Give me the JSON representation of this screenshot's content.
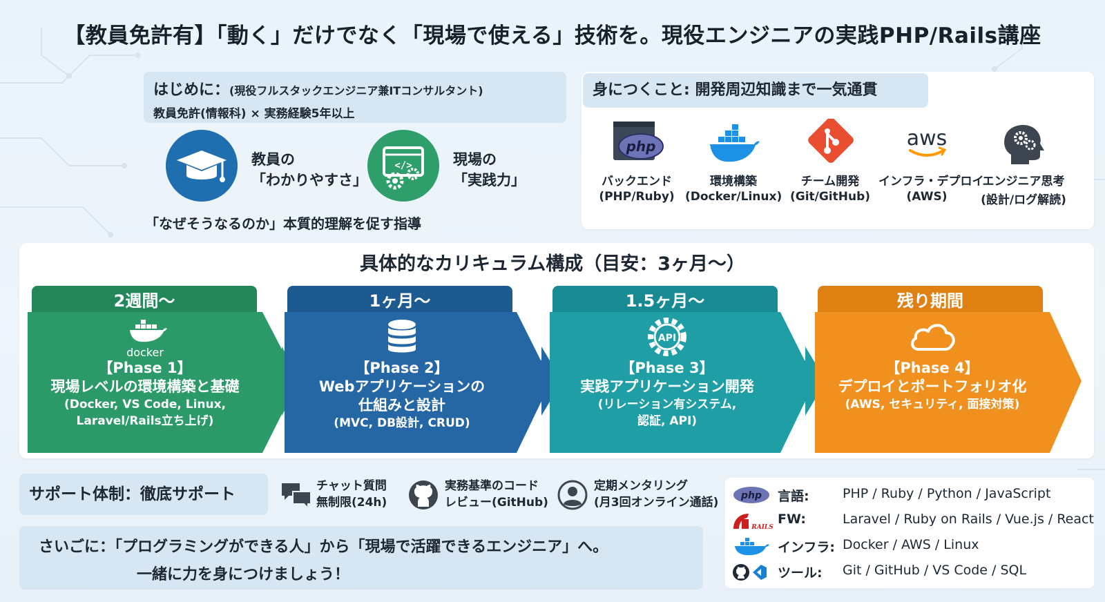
{
  "title": "【教員免許有】「動く」だけでなく「現場で使える」技術を。現役エンジニアの実践PHP/Rails講座",
  "intro": {
    "heading": "はじめに：",
    "heading_sub": "(現役フルスタックエンジニア兼ITコンサルタント)",
    "credential": "教員免許(情報科) × 実務経験5年以上",
    "points": [
      {
        "line1": "教員の",
        "line2": "「わかりやすさ」",
        "icon": "graduation-cap-icon"
      },
      {
        "line1": "現場の",
        "line2": "「実践力」",
        "icon": "code-gear-icon"
      }
    ],
    "footer": "「なぜそうなるのか」本質的理解を促す指導"
  },
  "skills": {
    "heading": "身につくこと: 開発周辺知識まで一気通貫",
    "items": [
      {
        "name": "バックエンド",
        "sub": "(PHP/Ruby)",
        "icon": "php-icon"
      },
      {
        "name": "環境構築",
        "sub": "(Docker/Linux)",
        "icon": "docker-icon"
      },
      {
        "name": "チーム開発",
        "sub": "(Git/GitHub)",
        "icon": "git-icon"
      },
      {
        "name": "インフラ・デプロイ",
        "sub": "(AWS)",
        "icon": "aws-icon"
      },
      {
        "name": "エンジニア思考",
        "sub": "(設計/ログ解読)",
        "icon": "head-gears-icon"
      }
    ]
  },
  "curriculum": {
    "heading": "具体的なカリキュラム構成（目安：3ヶ月〜）",
    "phases": [
      {
        "period": "2週間〜",
        "title": "【Phase 1】",
        "subtitle_lines": [
          "現場レベルの環境構築と基礎"
        ],
        "desc_lines": [
          "(Docker, VS Code, Linux,",
          "Laravel/Rails立ち上げ)"
        ],
        "icon": "docker-icon",
        "icon_label": "docker",
        "color": "#2b9a68",
        "tab_color": "#23875a"
      },
      {
        "period": "1ヶ月〜",
        "title": "【Phase 2】",
        "subtitle_lines": [
          "Webアプリケーションの",
          "仕組みと設計"
        ],
        "desc_lines": [
          "(MVC, DB設計, CRUD)"
        ],
        "icon": "database-icon",
        "color": "#2567a4",
        "tab_color": "#1d5a90"
      },
      {
        "period": "1.5ヶ月〜",
        "title": "【Phase 3】",
        "subtitle_lines": [
          "実践アプリケーション開発"
        ],
        "desc_lines": [
          "(リレーション有システム,",
          "認証, API)"
        ],
        "icon": "api-gear-icon",
        "icon_label": "API",
        "color": "#1f9ea6",
        "tab_color": "#178a93"
      },
      {
        "period": "残り期間",
        "title": "【Phase 4】",
        "subtitle_lines": [
          "デプロイとポートフォリオ化"
        ],
        "desc_lines": [
          "(AWS, セキュリティ, 面接対策)"
        ],
        "icon": "cloud-icon",
        "color": "#f0911f",
        "tab_color": "#df8112"
      }
    ]
  },
  "support": {
    "label": "サポート体制：徹底サポート",
    "items": [
      {
        "line1": "チャット質問",
        "line2": "無制限(24h)",
        "icon": "chat-icon"
      },
      {
        "line1": "実務基準のコード",
        "line2": "レビュー(GitHub)",
        "icon": "github-icon"
      },
      {
        "line1": "定期メンタリング",
        "line2": "(月3回オンライン通話)",
        "icon": "person-icon"
      }
    ]
  },
  "closing": {
    "line1": "さいごに：「プログラミングができる人」から「現場で活躍できるエンジニア」へ。",
    "line2": "一緒に力を身につけましょう！"
  },
  "tech": [
    {
      "key": "言語:",
      "value": "PHP / Ruby / Python / JavaScript",
      "icon": "php-icon"
    },
    {
      "key": "FW:",
      "value": "Laravel / Ruby on Rails / Vue.js / React",
      "icon": "rails-icon",
      "icon_label": "RAILS"
    },
    {
      "key": "インフラ:",
      "value": "Docker / AWS / Linux",
      "icon": "docker-icon"
    },
    {
      "key": "ツール:",
      "value": "Git / GitHub / VS Code / SQL",
      "icon": "github-vscode-icon"
    }
  ],
  "brand_icons": {
    "php": "php",
    "aws": "aws"
  },
  "colors": {
    "phase1": "#2b9a68",
    "phase2": "#2567a4",
    "phase3": "#1f9ea6",
    "phase4": "#f0911f",
    "panel_blue": "#d7e6f3"
  }
}
